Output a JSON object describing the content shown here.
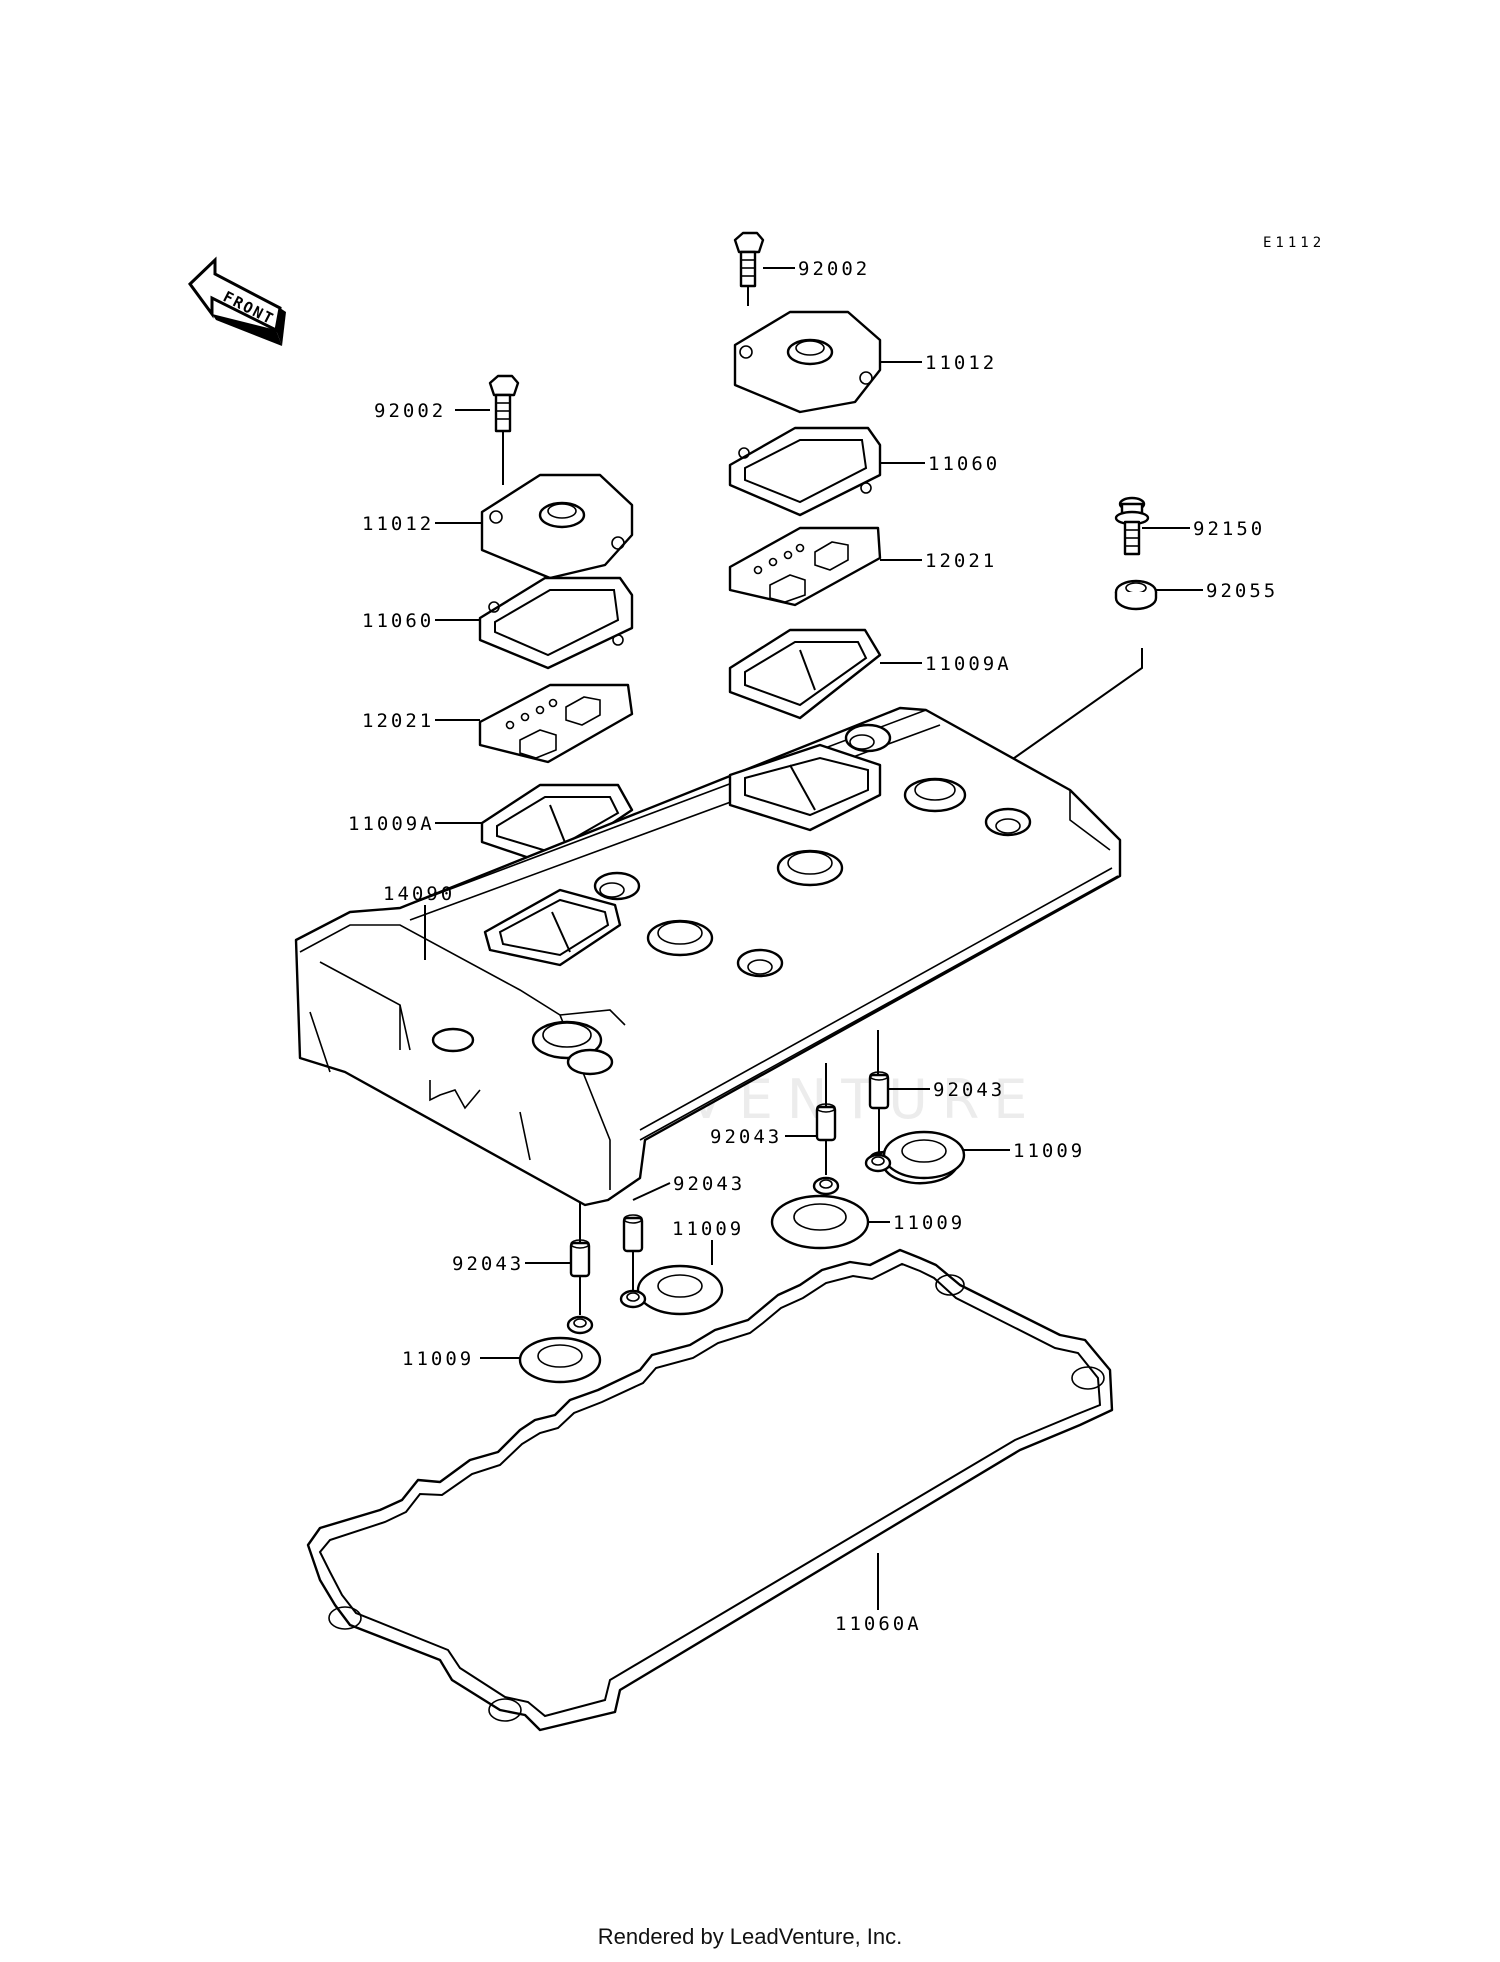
{
  "diagram": {
    "id_code": "E1112",
    "front_marker": "FRONT",
    "watermark": "LEADVENTURE"
  },
  "labels": {
    "bolt_left": "92002",
    "cover_left": "11012",
    "gasket_left": "11060",
    "plate_left": "12021",
    "seal_left": "11009A",
    "bolt_right": "92002",
    "cover_right": "11012",
    "gasket_right": "11060",
    "plate_right": "12021",
    "seal_right": "11009A",
    "bolt_92150": "92150",
    "washer_92055": "92055",
    "head_cover": "14090",
    "dowel_1": "92043",
    "dowel_2": "92043",
    "dowel_3": "92043",
    "dowel_4": "92043",
    "ring_1": "11009",
    "ring_2": "11009",
    "ring_3": "11009",
    "ring_4": "11009",
    "head_gasket": "11060A"
  },
  "footer": "Rendered by LeadVenture, Inc."
}
